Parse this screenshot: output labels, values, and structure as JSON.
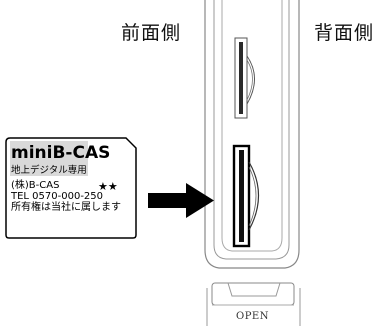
{
  "labels": {
    "front": "前面側",
    "back": "背面側"
  },
  "card": {
    "brand": "miniB-CAS",
    "subtitle": "地上デジタル専用",
    "company": "(株)B-CAS",
    "stars": "★★",
    "tel": "TEL 0570-000-250",
    "rights": "所有権は当社に属します"
  },
  "device": {
    "open_label": "OPEN"
  }
}
